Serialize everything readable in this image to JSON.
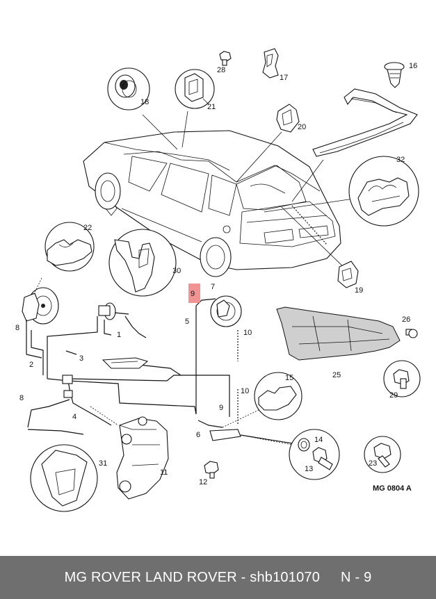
{
  "labels": {
    "l1": "1",
    "l2": "2",
    "l3": "3",
    "l4": "4",
    "l5": "5",
    "l6": "6",
    "l7": "7",
    "l8a": "8",
    "l8b": "8",
    "l9a": "9",
    "l9b": "9",
    "l10a": "10",
    "l10b": "10",
    "l11": "11",
    "l12": "12",
    "l13": "13",
    "l14": "14",
    "l15": "15",
    "l16": "16",
    "l17": "17",
    "l18": "18",
    "l19": "19",
    "l20": "20",
    "l21": "21",
    "l22": "22",
    "l23": "23",
    "l25": "25",
    "l26": "26",
    "l28": "28",
    "l29": "29",
    "l30": "30",
    "l31": "31",
    "l32": "32"
  },
  "reference_code": "MG 0804 A",
  "footer": {
    "brand": "MG ROVER LAND ROVER - shb101070",
    "page": "N - 9"
  },
  "highlight_color": "#f08080",
  "footer_bg": "#6f6f6f"
}
